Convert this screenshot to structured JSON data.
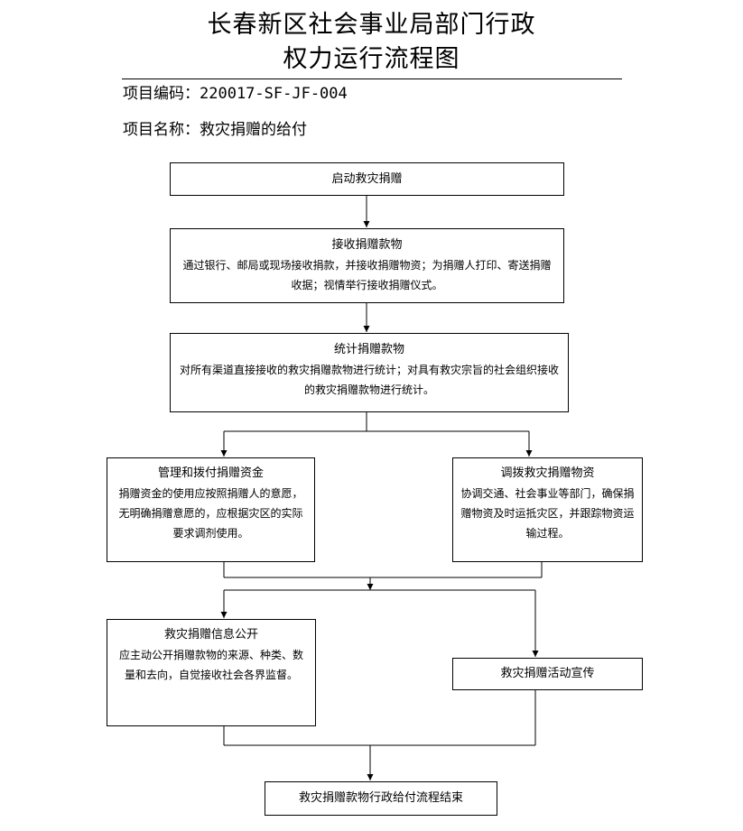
{
  "title": {
    "line1": "长春新区社会事业局部门行政",
    "line2": "权力运行流程图"
  },
  "meta": {
    "code": "项目编码：220017-SF-JF-004",
    "name": "项目名称：救灾捐赠的给付"
  },
  "flow": {
    "start": "启动救灾捐赠",
    "receive": {
      "title": "接收捐赠款物",
      "desc": "通过银行、邮局或现场接收捐款，并接收捐赠物资；为捐赠人打印、寄送捐赠收据；视情举行接收捐赠仪式。"
    },
    "stats": {
      "title": "统计捐赠款物",
      "desc": "对所有渠道直接接收的救灾捐赠款物进行统计；对具有救灾宗旨的社会组织接收的救灾捐赠款物进行统计。"
    },
    "fund": {
      "title": "管理和拨付捐赠资金",
      "desc": "捐赠资金的使用应按照捐赠人的意愿，无明确捐赠意愿的，应根据灾区的实际要求调剂使用。"
    },
    "goods": {
      "title": "调拨救灾捐赠物资",
      "desc": "协调交通、社会事业等部门，确保捐赠物资及时运抵灾区，并跟踪物资运输过程。"
    },
    "public": {
      "title": "救灾捐赠信息公开",
      "desc": "应主动公开捐赠款物的来源、种类、数量和去向，自觉接收社会各界监督。"
    },
    "promo": "救灾捐赠活动宣传",
    "end": "救灾捐赠款物行政给付流程结束"
  }
}
